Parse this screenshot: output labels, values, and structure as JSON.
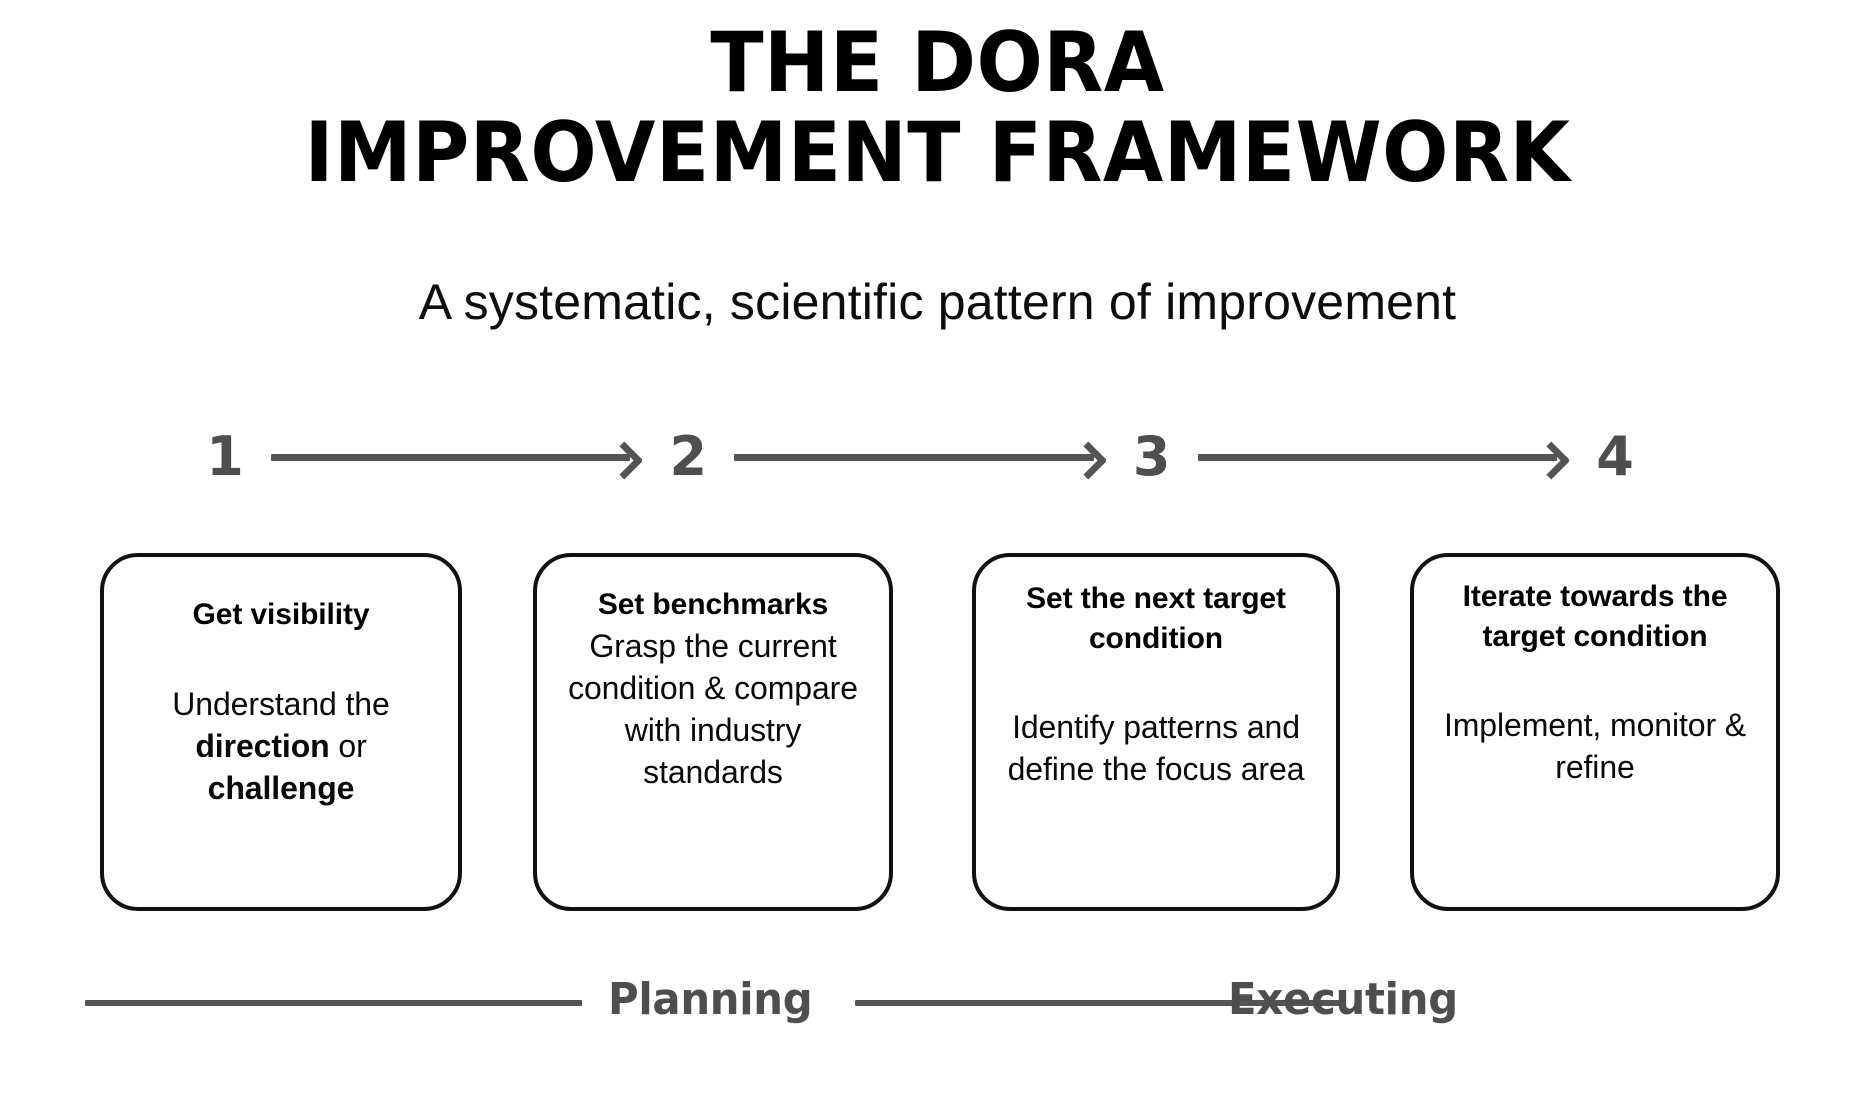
{
  "header": {
    "title_line1": "THE DORA",
    "title_line2": "IMPROVEMENT FRAMEWORK",
    "subtitle": "A systematic, scientific pattern of improvement"
  },
  "steps": [
    {
      "number": "1"
    },
    {
      "number": "2"
    },
    {
      "number": "3"
    },
    {
      "number": "4"
    }
  ],
  "cards": [
    {
      "heading": "Get visibility",
      "body_prefix": "Understand the ",
      "body_bold1": "direction",
      "body_middle": " or ",
      "body_bold2": "challenge",
      "has_gap": true
    },
    {
      "heading": "Set benchmarks",
      "body": "Grasp the current condition & compare with industry standards",
      "has_gap": false
    },
    {
      "heading": "Set the next target condition",
      "body": "Identify patterns and define the focus area",
      "has_gap": true
    },
    {
      "heading": "Iterate towards the target condition",
      "body": "Implement, monitor & refine",
      "has_gap": true
    }
  ],
  "phases": {
    "planning_label": "Planning",
    "executing_label": "Executing"
  },
  "colors": {
    "background": "#ffffff",
    "text": "#000000",
    "accent_gray": "#545454",
    "card_border": "#111111"
  }
}
